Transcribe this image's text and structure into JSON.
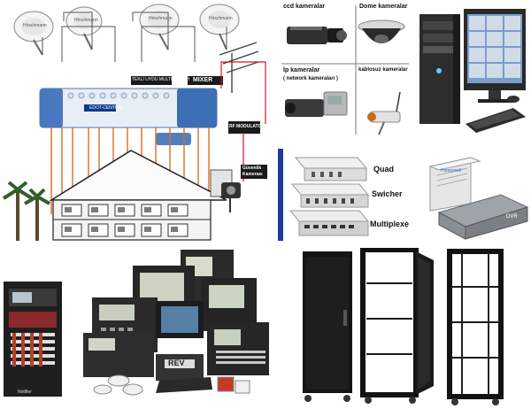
{
  "satellite_panel": {
    "dish_brand": "Hirschmann",
    "labels": {
      "multiswitch_top": "TEKLİ UYDU MULTISWITCH",
      "mixer": "MIXER",
      "modulator": "RF MODULATOR",
      "camera_1": "Güvenlik",
      "camera_2": "Kamerası",
      "control_unit": "EDOT-CENTRAL"
    }
  },
  "cctv_panel": {
    "ccd": "ccd kameralar",
    "dome": "Dome kameralar",
    "ip_1": "İp kameralar",
    "ip_2": "( network kameraları )",
    "wireless": "kablosuz kameralar"
  },
  "video_panel": {
    "quad": "Quad",
    "switcher": "Swicher",
    "multiplexer": "Multiplexer"
  },
  "recorder_panel": {
    "brand": "Honeywell",
    "label": "DVR"
  },
  "fire_panel": {
    "cabinet_brand": "Notifier",
    "keypad_label": "REV"
  },
  "rack_panel": {}
}
